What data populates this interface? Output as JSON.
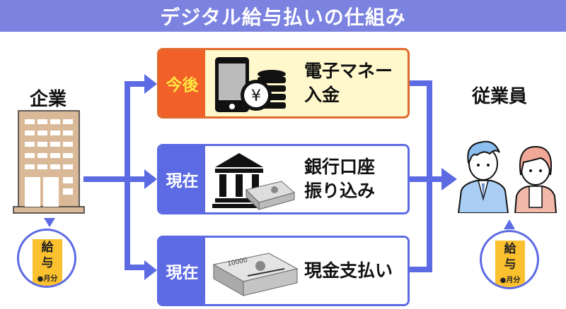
{
  "title": "デジタル給与払いの仕組み",
  "company": {
    "label": "企業",
    "icon": "office-building-icon"
  },
  "employees": {
    "label": "従業員",
    "icon": "employees-icon"
  },
  "methods": [
    {
      "tag": "今後",
      "line1": "電子マネー",
      "line2": "入金",
      "icon": "smartphone-yen-coins-icon"
    },
    {
      "tag": "現在",
      "line1": "銀行口座",
      "line2": "振り込み",
      "icon": "bank-cash-icon"
    },
    {
      "tag": "現在",
      "line1": "現金支払い",
      "line2": "",
      "icon": "banknote-stack-icon"
    }
  ],
  "salary": {
    "kanji1": "給",
    "kanji2": "与",
    "period": "●月分"
  },
  "banknote": {
    "value": "10000"
  },
  "colors": {
    "title_bg": "#7b82e0",
    "arrow": "#5c6ae3",
    "future": "#f2602a",
    "future_text": "#ffe640",
    "future_bg": "#fff8cc",
    "salary_card": "#fbc02d"
  }
}
